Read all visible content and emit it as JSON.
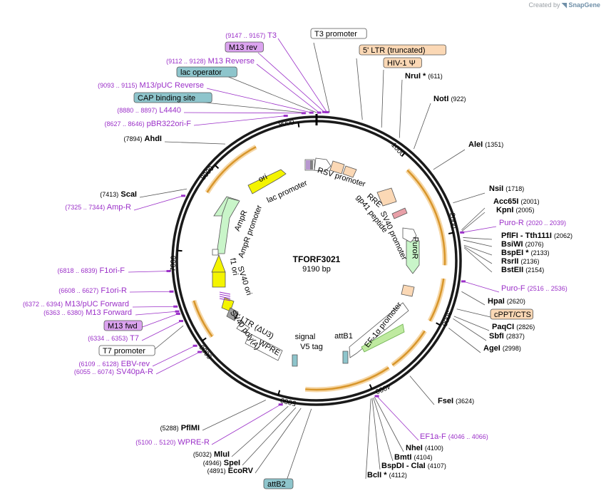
{
  "watermark": {
    "prefix": "Created by",
    "brand": "SnapGene"
  },
  "map": {
    "name": "TFORF3021",
    "length_label": "9190 bp",
    "ticks": [
      "1000",
      "2000",
      "3000",
      "4000",
      "5000",
      "6000",
      "7000",
      "8000",
      "9000"
    ]
  },
  "colors": {
    "backbone": "#1a1a1a",
    "primer": "#9b30c8",
    "site": "#000000",
    "feature_orange": "#d8962b",
    "yellow": "#f4f400",
    "green_light": "#c9f5c9",
    "peach": "#fbd8b5",
    "teal_box": "#8ec5cc"
  },
  "labels": [
    {
      "pos": "(9147 .. 9167)",
      "name": "T3",
      "kind": "primer"
    },
    {
      "name": "T3 promoter",
      "kind": "boxed",
      "color": "#ffffff"
    },
    {
      "name": "M13 rev",
      "kind": "boxed-primer",
      "color": "#dba3ef"
    },
    {
      "name": "5' LTR (truncated)",
      "kind": "boxed",
      "color": "#fbd8b5"
    },
    {
      "name": "HIV-1 Ψ",
      "kind": "boxed",
      "color": "#fbd8b5"
    },
    {
      "pos": "(9112 .. 9128)",
      "name": "M13 Reverse",
      "kind": "primer"
    },
    {
      "name": "NruI *",
      "pos": "(611)",
      "kind": "site"
    },
    {
      "name": "lac operator",
      "kind": "boxed",
      "color": "#8ec5cc"
    },
    {
      "pos": "(9093 .. 9115)",
      "name": "M13/pUC Reverse",
      "kind": "primer"
    },
    {
      "name": "NotI",
      "pos": "(922)",
      "kind": "site"
    },
    {
      "name": "CAP binding site",
      "kind": "boxed",
      "color": "#8ec5cc"
    },
    {
      "pos": "(8880 .. 8897)",
      "name": "L4440",
      "kind": "primer"
    },
    {
      "pos": "(8627 .. 8646)",
      "name": "pBR322ori-F",
      "kind": "primer"
    },
    {
      "pos": "(7894)",
      "name": "AhdI",
      "kind": "site"
    },
    {
      "name": "AleI",
      "pos": "(1351)",
      "kind": "site"
    },
    {
      "pos": "(7413)",
      "name": "ScaI",
      "kind": "site"
    },
    {
      "name": "NsiI",
      "pos": "(1718)",
      "kind": "site"
    },
    {
      "pos": "(7325 .. 7344)",
      "name": "Amp-R",
      "kind": "primer"
    },
    {
      "name": "Acc65I",
      "pos": "(2001)",
      "kind": "site"
    },
    {
      "name": "KpnI",
      "pos": "(2005)",
      "kind": "site"
    },
    {
      "name": "Puro-R",
      "pos": "(2020 .. 2039)",
      "kind": "primer"
    },
    {
      "name": "PflFI - Tth111I",
      "pos": "(2062)",
      "kind": "site"
    },
    {
      "name": "BsiWI",
      "pos": "(2076)",
      "kind": "site"
    },
    {
      "name": "BspEI *",
      "pos": "(2133)",
      "kind": "site"
    },
    {
      "name": "RsrII",
      "pos": "(2136)",
      "kind": "site"
    },
    {
      "name": "BstEII",
      "pos": "(2154)",
      "kind": "site"
    },
    {
      "pos": "(6818 .. 6839)",
      "name": "F1ori-F",
      "kind": "primer"
    },
    {
      "name": "Puro-F",
      "pos": "(2516 .. 2536)",
      "kind": "primer"
    },
    {
      "pos": "(6608 .. 6627)",
      "name": "F1ori-R",
      "kind": "primer"
    },
    {
      "name": "HpaI",
      "pos": "(2620)",
      "kind": "site"
    },
    {
      "pos": "(6372 .. 6394)",
      "name": "M13/pUC Forward",
      "kind": "primer"
    },
    {
      "pos": "(6363 .. 6380)",
      "name": "M13 Forward",
      "kind": "primer"
    },
    {
      "name": "cPPT/CTS",
      "kind": "boxed",
      "color": "#fbd8b5"
    },
    {
      "name": "M13 fwd",
      "kind": "boxed-primer",
      "color": "#dba3ef"
    },
    {
      "name": "PaqCI",
      "pos": "(2826)",
      "kind": "site"
    },
    {
      "pos": "(6334 .. 6353)",
      "name": "T7",
      "kind": "primer"
    },
    {
      "name": "SbfI",
      "pos": "(2837)",
      "kind": "site"
    },
    {
      "name": "T7 promoter",
      "kind": "boxed",
      "color": "#ffffff"
    },
    {
      "name": "AgeI",
      "pos": "(2998)",
      "kind": "site"
    },
    {
      "pos": "(6109 .. 6128)",
      "name": "EBV-rev",
      "kind": "primer"
    },
    {
      "pos": "(6055 .. 6074)",
      "name": "SV40pA-R",
      "kind": "primer"
    },
    {
      "name": "FseI",
      "pos": "(3624)",
      "kind": "site"
    },
    {
      "pos": "(5288)",
      "name": "PflMI",
      "kind": "site"
    },
    {
      "name": "EF1a-F",
      "pos": "(4046 .. 4066)",
      "kind": "primer"
    },
    {
      "pos": "(5100 .. 5120)",
      "name": "WPRE-R",
      "kind": "primer"
    },
    {
      "name": "NheI",
      "pos": "(4100)",
      "kind": "site"
    },
    {
      "pos": "(5032)",
      "name": "MluI",
      "kind": "site"
    },
    {
      "name": "BmtI",
      "pos": "(4104)",
      "kind": "site"
    },
    {
      "pos": "(4946)",
      "name": "SpeI",
      "kind": "site"
    },
    {
      "name": "BspDI - ClaI",
      "pos": "(4107)",
      "kind": "site"
    },
    {
      "pos": "(4891)",
      "name": "EcoRV",
      "kind": "site"
    },
    {
      "name": "BclI *",
      "pos": "(4112)",
      "kind": "site"
    },
    {
      "name": "attB2",
      "kind": "boxed",
      "color": "#8ec5cc"
    }
  ],
  "features": [
    {
      "name": "lac promoter"
    },
    {
      "name": "RSV promoter"
    },
    {
      "name": "RRE"
    },
    {
      "name": "gp41 peptide"
    },
    {
      "name": "SV40 promoter"
    },
    {
      "name": "PuroR"
    },
    {
      "name": "EF-1α promoter"
    },
    {
      "name": "attB1"
    },
    {
      "name": "V5 tag"
    },
    {
      "name": "signal"
    },
    {
      "name": "WPRE"
    },
    {
      "name": "3' LTR (ΔU3)"
    },
    {
      "name": "SV40 poly(A)"
    },
    {
      "name": "SV40 ori"
    },
    {
      "name": "f1 ori"
    },
    {
      "name": "AmpR"
    },
    {
      "name": "AmpR promoter"
    },
    {
      "name": "ori"
    }
  ]
}
